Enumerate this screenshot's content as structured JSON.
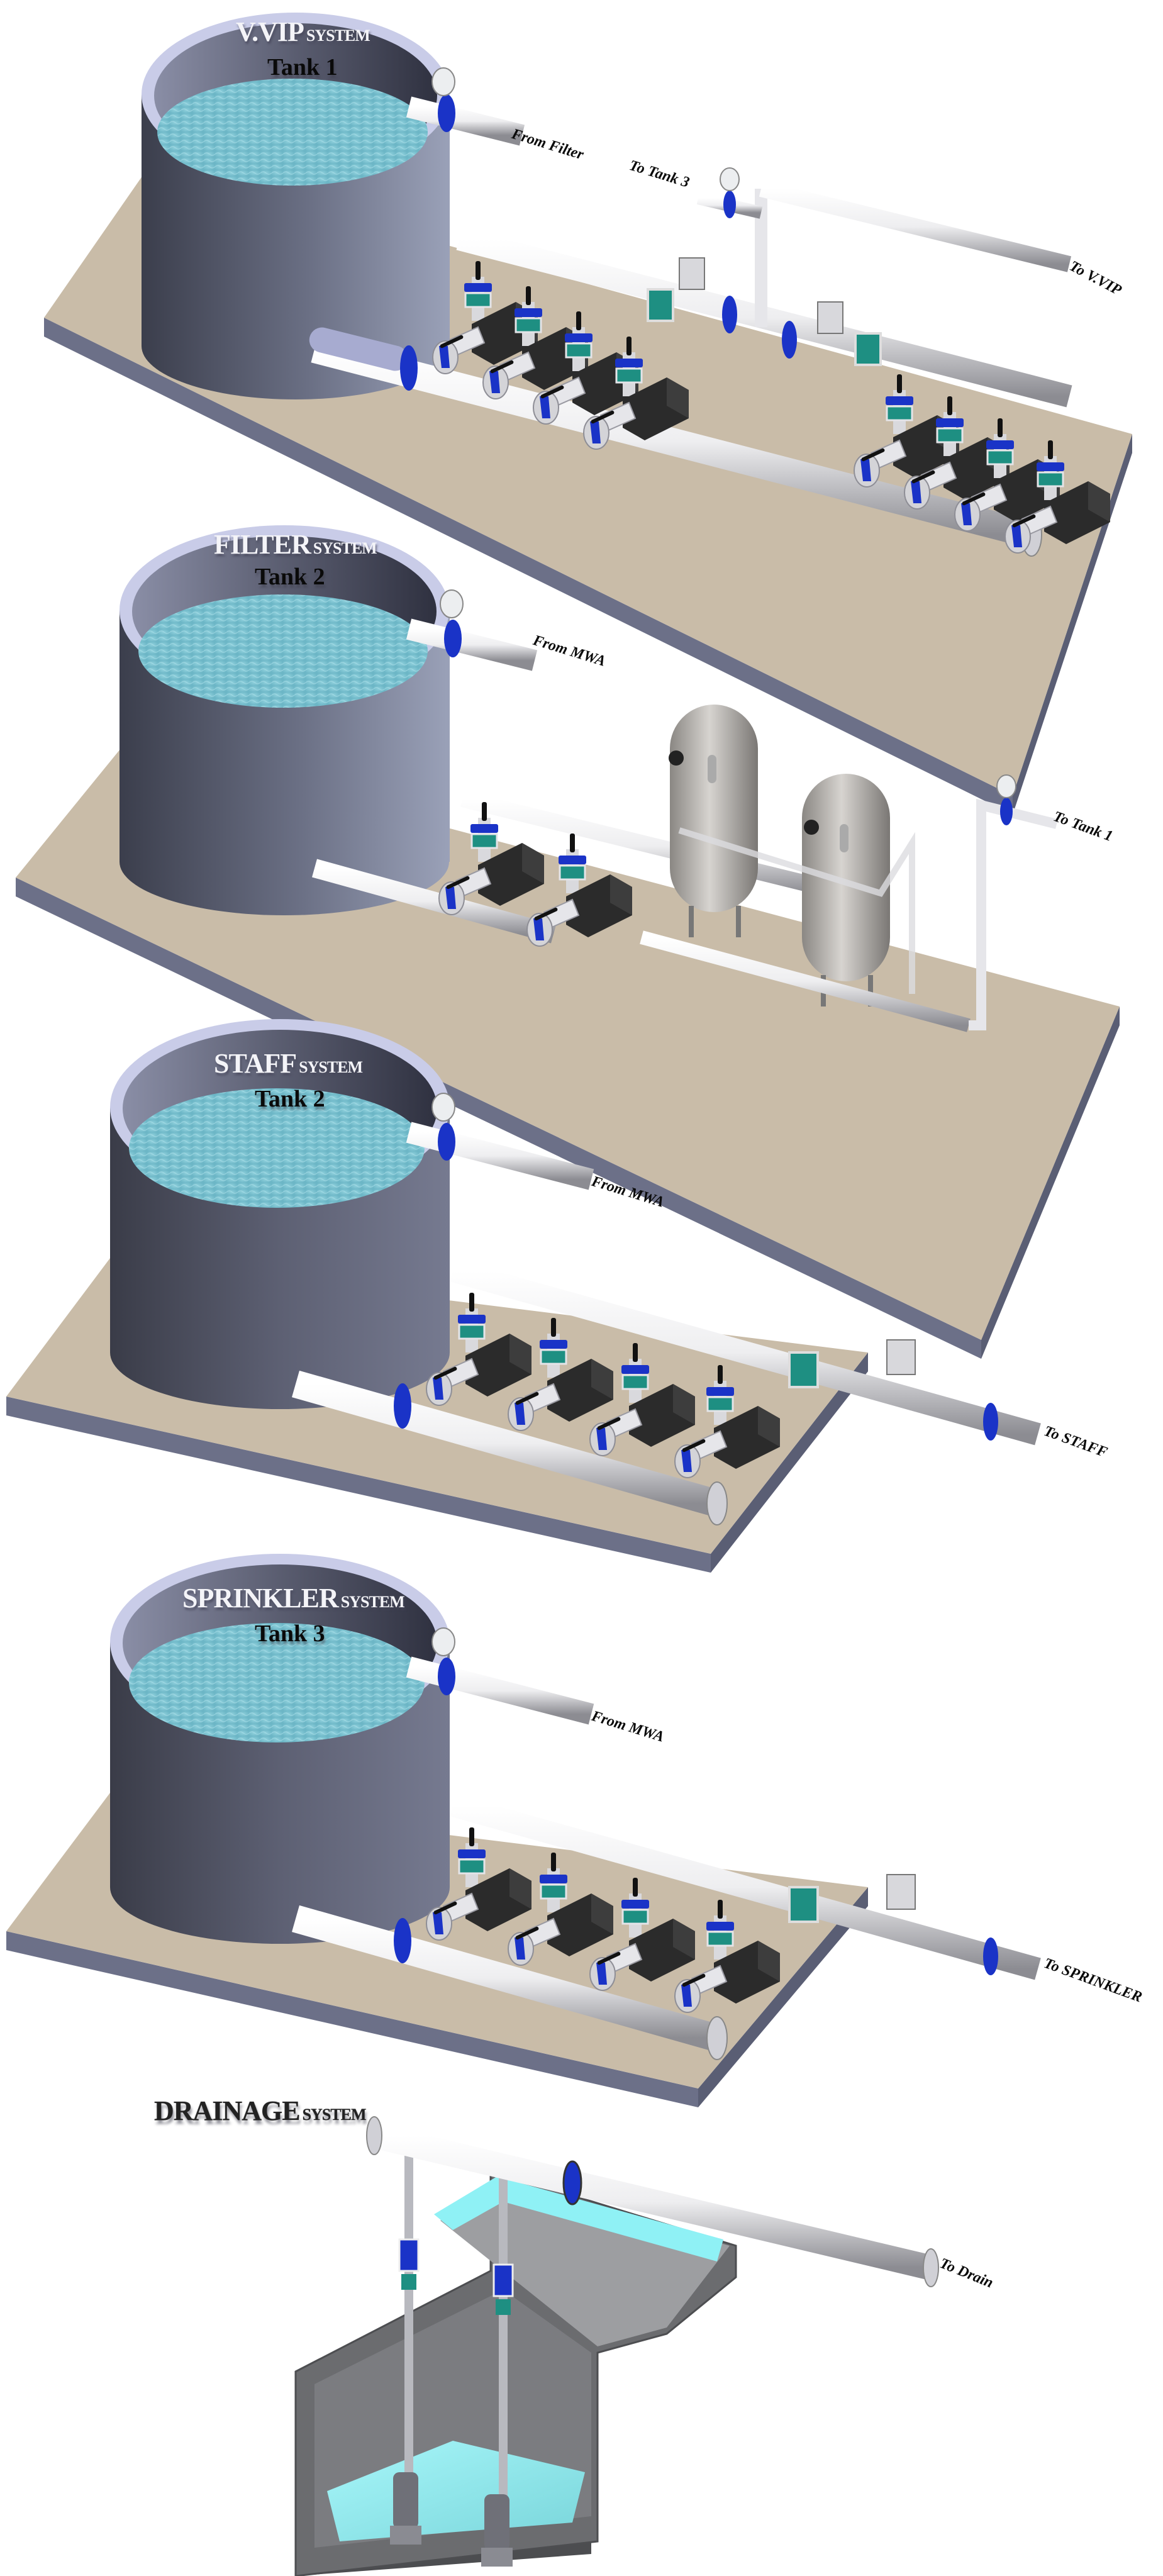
{
  "diagram_title": "Water Pump Systems Overview",
  "colors": {
    "platform_top": "#c9bca8",
    "platform_side": "#6c7088",
    "tank_body_dark": "#3e4150",
    "tank_body_light": "#8f96ac",
    "tank_rim": "#c9cce8",
    "water": "#7ec3d0",
    "pipe": "#f0f0f2",
    "valve_blue": "#1a33c7",
    "meter_teal": "#1e8f82",
    "pump_black": "#2b2b2b",
    "drain_water": "#8ff1f5",
    "concrete": "#6b6c6f"
  },
  "systems": [
    {
      "id": "vvip",
      "title": "V.VIP",
      "title_suffix": "SYSTEM",
      "tank_label": "Tank 1",
      "labels": [
        "From Filter",
        "To Tank 3",
        "To V.VIP"
      ],
      "pump_count": 8
    },
    {
      "id": "filter",
      "title": "FILTER",
      "title_suffix": "SYSTEM",
      "tank_label": "Tank 2",
      "labels": [
        "From MWA",
        "To Tank 1"
      ],
      "pump_count": 2,
      "filter_vessel_count": 2
    },
    {
      "id": "staff",
      "title": "STAFF",
      "title_suffix": "SYSTEM",
      "tank_label": "Tank 2",
      "labels": [
        "From MWA",
        "To STAFF"
      ],
      "pump_count": 4
    },
    {
      "id": "sprinkler",
      "title": "SPRINKLER",
      "title_suffix": "SYSTEM",
      "tank_label": "Tank 3",
      "labels": [
        "From MWA",
        "To SPRINKLER"
      ],
      "pump_count": 4
    },
    {
      "id": "drainage",
      "title": "DRAINAGE",
      "title_suffix": "SYSTEM",
      "labels": [
        "To Drain"
      ],
      "pump_count": 2
    }
  ]
}
